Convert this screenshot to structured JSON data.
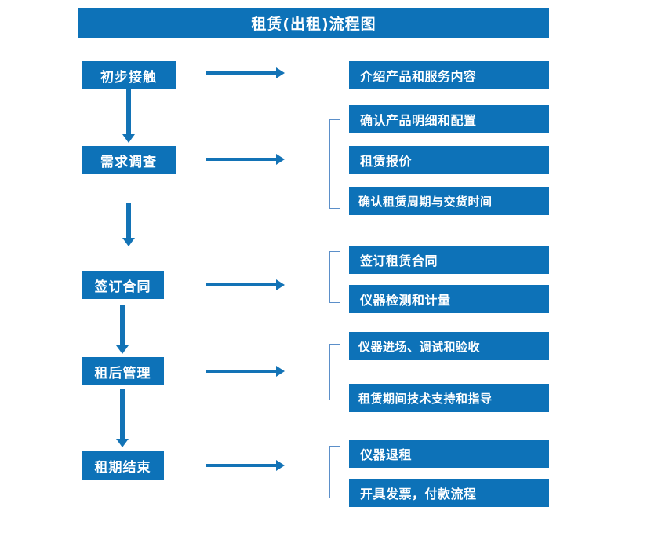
{
  "title": "租赁(出租)流程图",
  "colors": {
    "box_blue": "#0d72b8",
    "arrow_blue": "#1373b6",
    "bracket_blue": "#5b8fc9",
    "text_white": "#ffffff",
    "background": "#ffffff"
  },
  "stages": [
    {
      "label": "初步接触"
    },
    {
      "label": "需求调查"
    },
    {
      "label": "签订合同"
    },
    {
      "label": "租后管理"
    },
    {
      "label": "租期结束"
    }
  ],
  "details": [
    {
      "label": "介绍产品和服务内容"
    },
    {
      "label": "确认产品明细和配置"
    },
    {
      "label": "租赁报价"
    },
    {
      "label": "确认租赁周期与交货时间"
    },
    {
      "label": "签订租赁合同"
    },
    {
      "label": "仪器检测和计量"
    },
    {
      "label": "仪器进场、调试和验收"
    },
    {
      "label": "租赁期间技术支持和指导"
    },
    {
      "label": "仪器退租"
    },
    {
      "label": "开具发票，付款流程"
    }
  ],
  "connectors": {
    "horizontal_arrow_count": 5,
    "vertical_arrow_count": 4,
    "bracket_count": 4
  },
  "chart_data": {
    "type": "flowchart",
    "title": "租赁(出租)流程图",
    "orientation": "top-to-bottom",
    "nodes": [
      {
        "id": "s1",
        "label": "初步接触",
        "column": "stage",
        "outputs": [
          "介绍产品和服务内容"
        ]
      },
      {
        "id": "s2",
        "label": "需求调查",
        "column": "stage",
        "outputs": [
          "确认产品明细和配置",
          "租赁报价",
          "确认租赁周期与交货时间"
        ]
      },
      {
        "id": "s3",
        "label": "签订合同",
        "column": "stage",
        "outputs": [
          "签订租赁合同",
          "仪器检测和计量"
        ]
      },
      {
        "id": "s4",
        "label": "租后管理",
        "column": "stage",
        "outputs": [
          "仪器进场、调试和验收",
          "租赁期间技术支持和指导"
        ]
      },
      {
        "id": "s5",
        "label": "租期结束",
        "column": "stage",
        "outputs": [
          "仪器退租",
          "开具发票，付款流程"
        ]
      }
    ],
    "edges": [
      {
        "from": "s1",
        "to": "s2",
        "type": "vertical-arrow"
      },
      {
        "from": "s2",
        "to": "s3",
        "type": "vertical-arrow"
      },
      {
        "from": "s3",
        "to": "s4",
        "type": "vertical-arrow"
      },
      {
        "from": "s4",
        "to": "s5",
        "type": "vertical-arrow"
      }
    ]
  }
}
